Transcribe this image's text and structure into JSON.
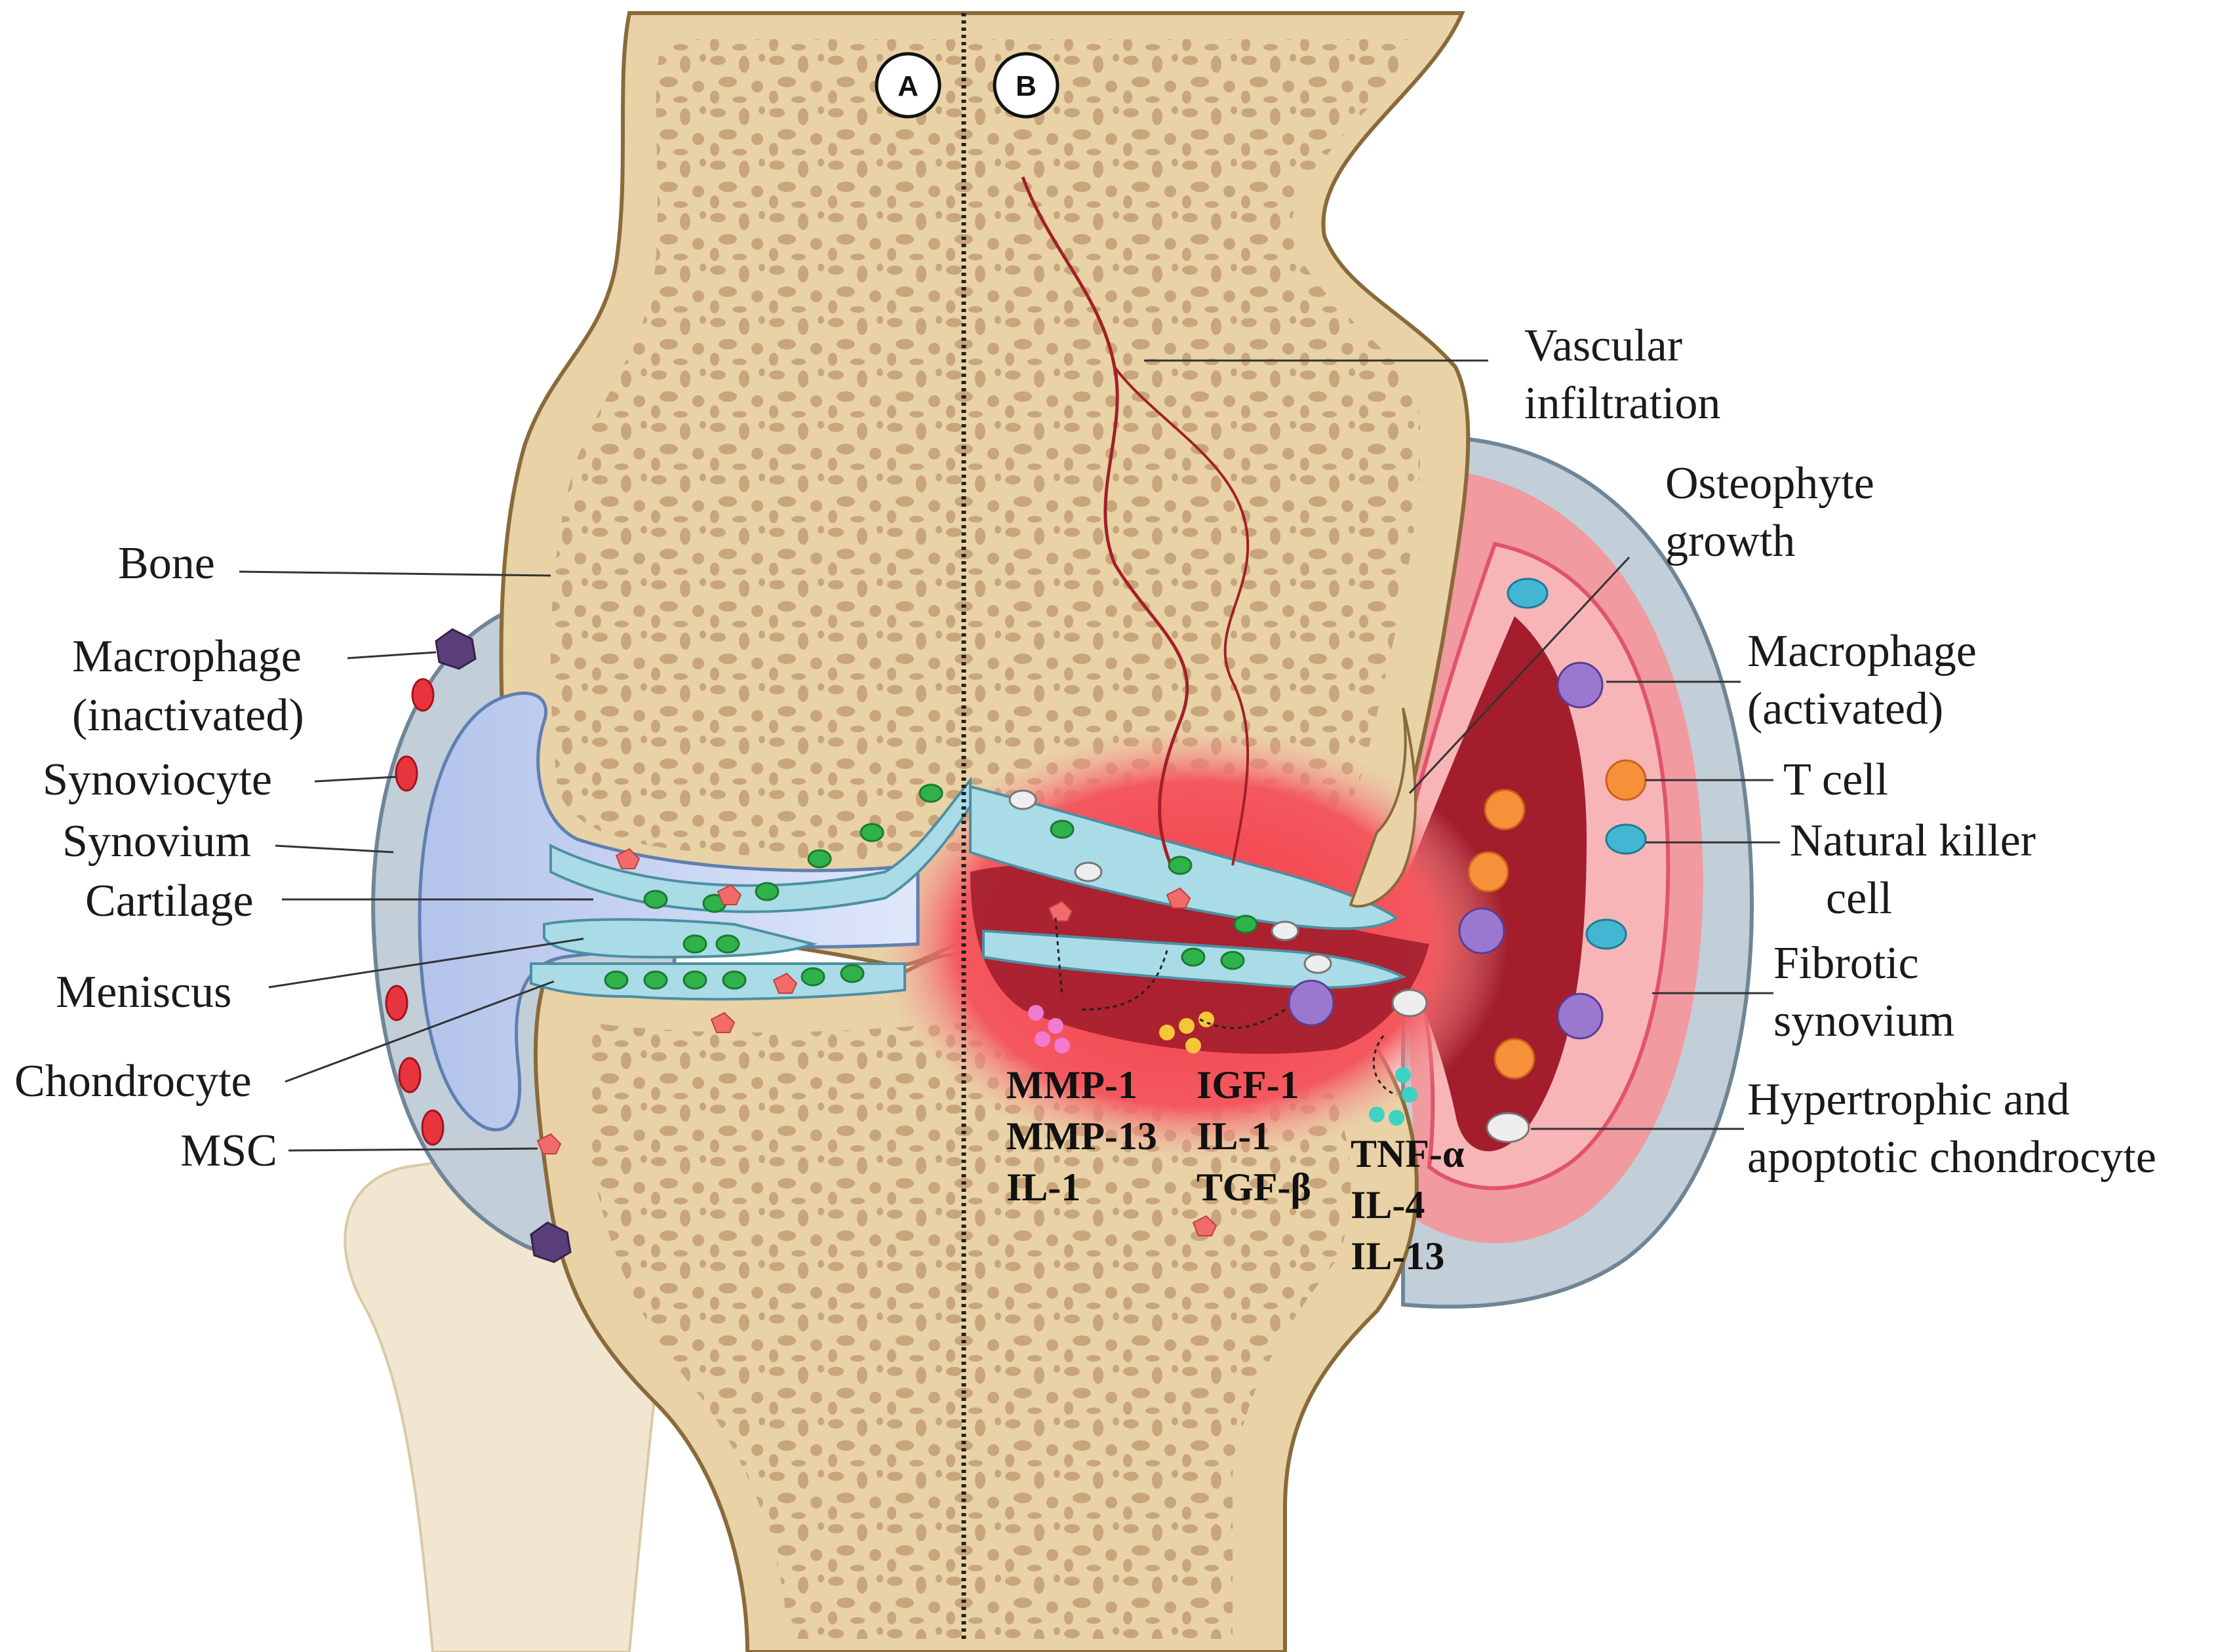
{
  "panels": {
    "a": "A",
    "b": "B"
  },
  "left_labels": {
    "bone": "Bone",
    "macrophage_inactivated": [
      "Macrophage",
      "(inactivated)"
    ],
    "synoviocyte": "Synoviocyte",
    "synovium": "Synovium",
    "cartilage": "Cartilage",
    "meniscus": "Meniscus",
    "chondrocyte": "Chondrocyte",
    "msc": "MSC"
  },
  "right_labels": {
    "vascular_infiltration": [
      "Vascular",
      "infiltration"
    ],
    "osteophyte_growth": [
      "Osteophyte",
      "growth"
    ],
    "macrophage_activated": [
      "Macrophage",
      "(activated)"
    ],
    "t_cell": "T cell",
    "natural_killer_cell": [
      "Natural killer",
      "cell"
    ],
    "fibrotic_synovium": [
      "Fibrotic",
      "synovium"
    ],
    "hypertrophic_chondrocyte": [
      "Hypertrophic and",
      "apoptotic chondrocyte"
    ]
  },
  "cytokines": {
    "group1": [
      "MMP-1",
      "MMP-13",
      "IL-1"
    ],
    "group2": [
      "IGF-1",
      "IL-1",
      "TGF-β"
    ],
    "group3": [
      "TNF-α",
      "IL-4",
      "IL-13"
    ]
  },
  "colors": {
    "bone": "#e8d2a6",
    "trabecular": "#c9a57b",
    "bone_outline": "#8a6a3a",
    "synovium_capsule": "#c2ced8",
    "synovial_fluid": "#c6d3f0",
    "cartilage": "#a9dce6",
    "inflammation": "#f04a52",
    "dark_inflammation": "#9e1b2a",
    "chondrocyte": "#2fb24a"
  }
}
